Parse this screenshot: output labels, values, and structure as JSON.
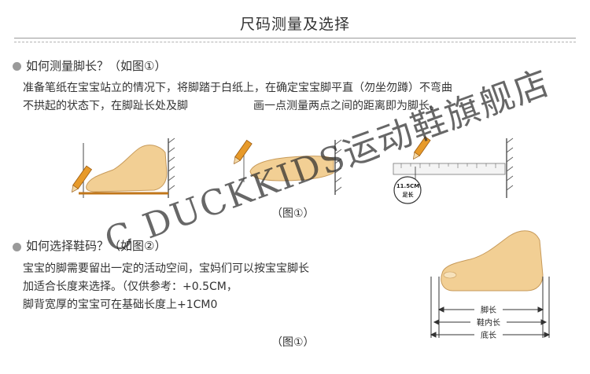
{
  "page": {
    "title": "尺码测量及选择"
  },
  "section1": {
    "heading": "如何测量脚长？（如图①）",
    "line1": "准备笔纸在宝宝站立的情况下，将脚踏于白纸上，在确定宝宝脚平直（勿坐勿蹲）不弯曲",
    "line2_a": "不拱起的状态下，在脚趾长处及脚",
    "line2_b": "画一点测量两点之间的距离即为脚长。",
    "caption": "（图①）",
    "ruler_badge_value": "11.5CM",
    "ruler_badge_label": "足长"
  },
  "section2": {
    "heading": "如何选择鞋码？（如图②）",
    "line1": "宝宝的脚需要留出一定的活动空间，宝妈们可以按宝宝脚长",
    "line2": "加适合长度来选择。（仅供参考：+0.5CM，",
    "line3": "脚背宽厚的宝宝可在基础长度上+1CM0",
    "caption": "（图①）",
    "diagram_labels": {
      "foot_length": "脚长",
      "inner_length": "鞋内长",
      "sole_length": "底长"
    }
  },
  "watermark": {
    "text": "C DUCKKIDS运动鞋旗舰店"
  },
  "colors": {
    "foot_fill": "#f2cf94",
    "foot_stroke": "#c79a5a",
    "pencil": "#e79a2a",
    "wall_hatch": "#555555"
  }
}
